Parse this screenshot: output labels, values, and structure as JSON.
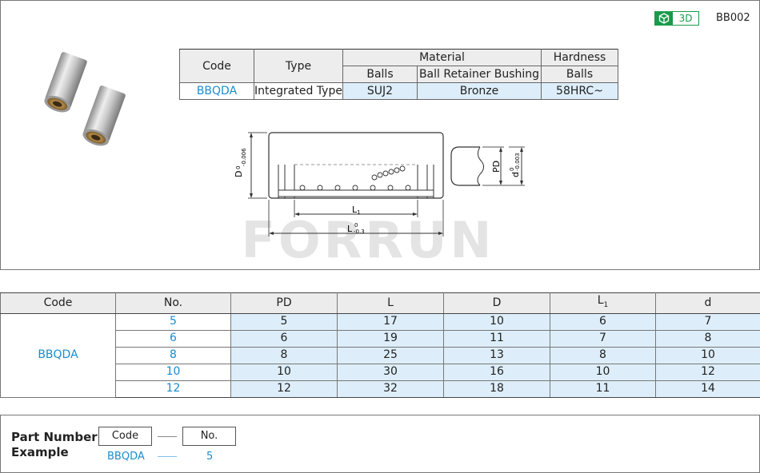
{
  "header": {
    "tag_3d": "3D",
    "part_code": "BB002"
  },
  "spec_table": {
    "headers": {
      "code": "Code",
      "type": "Type",
      "material": "Material",
      "hardness": "Hardness",
      "balls": "Balls",
      "bushing": "Ball Retainer Bushing",
      "hardness_balls": "Balls"
    },
    "row": {
      "code": "BBQDA",
      "type": "Integrated Type",
      "balls": "SUJ2",
      "bushing": "Bronze",
      "hardness": "58HRC~"
    }
  },
  "drawing": {
    "D_label": "D",
    "D_tol": "-0.006",
    "D_tol_top": "0",
    "d_label": "d",
    "d_tol": "-0.003",
    "d_tol_top": "0",
    "PD_label": "PD",
    "L1_label": "L",
    "L1_sub": "1",
    "L_label": "L",
    "L_tol": "-0.3",
    "L_tol_top": "0",
    "watermark": "FORRUN"
  },
  "dim_table": {
    "headers": [
      "Code",
      "No.",
      "PD",
      "L",
      "D",
      "L",
      "d"
    ],
    "l1_sub": "1",
    "code": "BBQDA",
    "rows": [
      {
        "no": "5",
        "pd": "5",
        "l": "17",
        "d_big": "10",
        "l1": "6",
        "d": "7"
      },
      {
        "no": "6",
        "pd": "6",
        "l": "19",
        "d_big": "11",
        "l1": "7",
        "d": "8"
      },
      {
        "no": "8",
        "pd": "8",
        "l": "25",
        "d_big": "13",
        "l1": "8",
        "d": "10"
      },
      {
        "no": "10",
        "pd": "10",
        "l": "30",
        "d_big": "16",
        "l1": "10",
        "d": "12"
      },
      {
        "no": "12",
        "pd": "12",
        "l": "32",
        "d_big": "18",
        "l1": "11",
        "d": "14"
      }
    ]
  },
  "part_example": {
    "title_line1": "Part Number",
    "title_line2": "Example",
    "code_box": "Code",
    "no_box": "No.",
    "code_value": "BBQDA",
    "no_value": "5"
  },
  "colors": {
    "accent_green": "#1a9a4a",
    "link_blue": "#1a8ccc",
    "cell_blue": "#ddeefa",
    "header_gray": "#ececec"
  }
}
